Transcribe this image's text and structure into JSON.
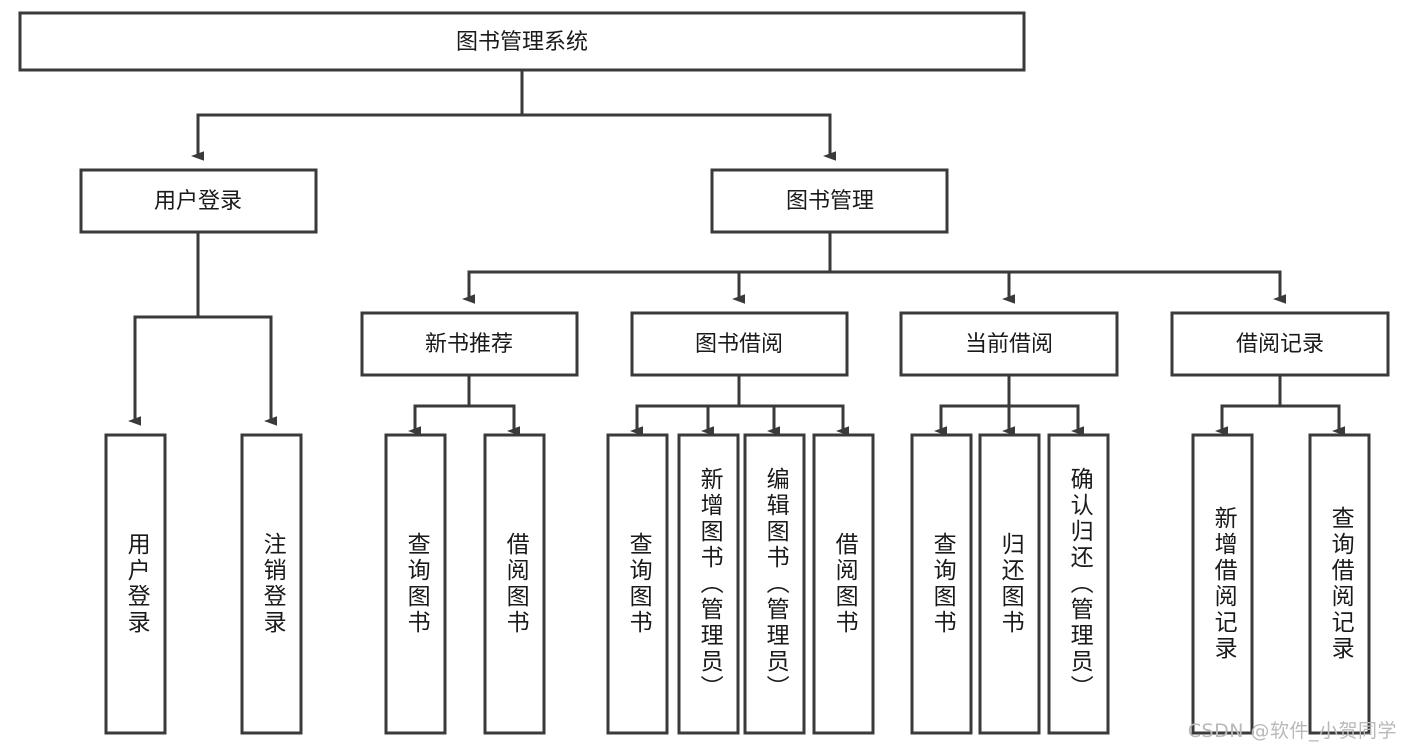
{
  "diagram": {
    "type": "tree-hierarchy-flowchart",
    "title": "图书管理系统",
    "watermark": "CSDN @软件_小贺同学",
    "colors": {
      "box_stroke": "#3a3a3a",
      "box_fill": "#ffffff",
      "text": "#1a1a1a",
      "connector": "#3a3a3a",
      "watermark": "#b9b9b9",
      "background": "#ffffff"
    },
    "root": {
      "id": "root",
      "label": "图书管理系统",
      "orientation": "horizontal"
    },
    "level1": [
      {
        "id": "user-login",
        "label": "用户登录",
        "orientation": "horizontal"
      },
      {
        "id": "book-management",
        "label": "图书管理",
        "orientation": "horizontal"
      }
    ],
    "level2": [
      {
        "id": "new-book-recommend",
        "label": "新书推荐",
        "parent": "book-management",
        "orientation": "horizontal"
      },
      {
        "id": "book-borrow",
        "label": "图书借阅",
        "parent": "book-management",
        "orientation": "horizontal"
      },
      {
        "id": "current-borrow",
        "label": "当前借阅",
        "parent": "book-management",
        "orientation": "horizontal"
      },
      {
        "id": "borrow-record",
        "label": "借阅记录",
        "parent": "book-management",
        "orientation": "horizontal"
      }
    ],
    "leaves": [
      {
        "id": "leaf-user-login",
        "label": "用户登录",
        "parent": "user-login",
        "orientation": "vertical"
      },
      {
        "id": "leaf-user-logout",
        "label": "注销登录",
        "parent": "user-login",
        "orientation": "vertical"
      },
      {
        "id": "leaf-query-book-1",
        "label": "查询图书",
        "parent": "new-book-recommend",
        "orientation": "vertical"
      },
      {
        "id": "leaf-borrow-book-1",
        "label": "借阅图书",
        "parent": "new-book-recommend",
        "orientation": "vertical"
      },
      {
        "id": "leaf-query-book-2",
        "label": "查询图书",
        "parent": "book-borrow",
        "orientation": "vertical"
      },
      {
        "id": "leaf-add-book",
        "label": "新增图书（管理员）",
        "parent": "book-borrow",
        "orientation": "vertical"
      },
      {
        "id": "leaf-edit-book",
        "label": "编辑图书（管理员）",
        "parent": "book-borrow",
        "orientation": "vertical"
      },
      {
        "id": "leaf-borrow-book-2",
        "label": "借阅图书",
        "parent": "book-borrow",
        "orientation": "vertical"
      },
      {
        "id": "leaf-query-book-3",
        "label": "查询图书",
        "parent": "current-borrow",
        "orientation": "vertical"
      },
      {
        "id": "leaf-return-book",
        "label": "归还图书",
        "parent": "current-borrow",
        "orientation": "vertical"
      },
      {
        "id": "leaf-confirm-return",
        "label": "确认归还（管理员）",
        "parent": "current-borrow",
        "orientation": "vertical"
      },
      {
        "id": "leaf-add-record",
        "label": "新增借阅记录",
        "parent": "borrow-record",
        "orientation": "vertical"
      },
      {
        "id": "leaf-query-record",
        "label": "查询借阅记录",
        "parent": "borrow-record",
        "orientation": "vertical"
      }
    ]
  }
}
